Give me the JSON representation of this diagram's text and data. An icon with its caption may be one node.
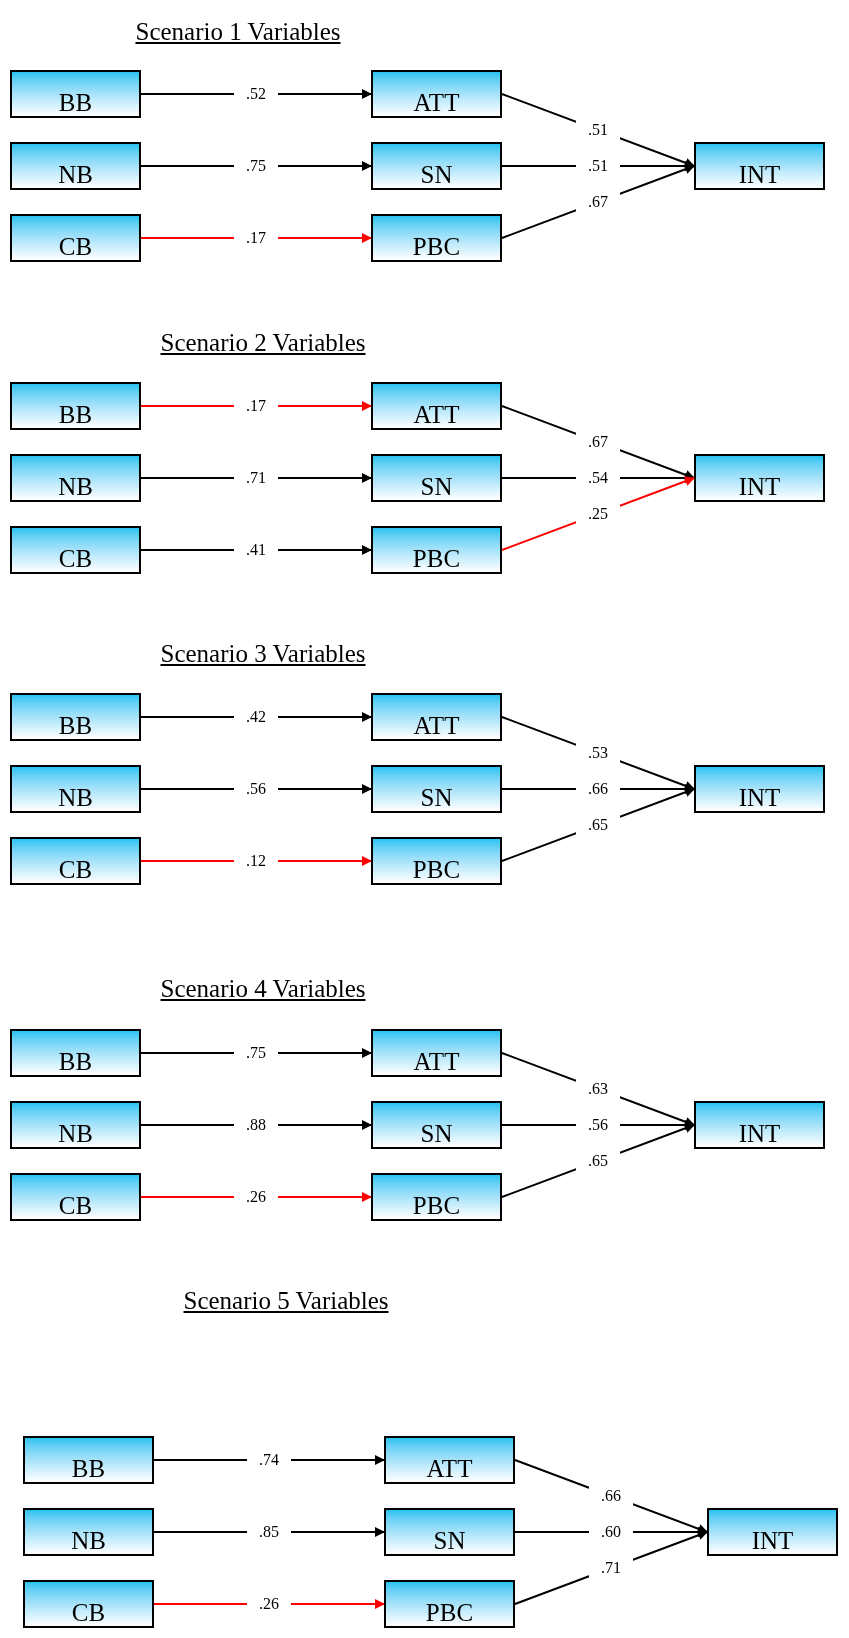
{
  "diagram": {
    "nodes": [
      {
        "text": [
          "BB"
        ]
      },
      {
        "text": [
          "NB"
        ]
      },
      {
        "text": [
          "CB"
        ]
      },
      {
        "text": [
          "ATT"
        ]
      },
      {
        "text": [
          "SN"
        ]
      },
      {
        "text": [
          "PBC"
        ]
      },
      {
        "text": [
          "INT"
        ]
      },
      {
        "text": [
          "BB"
        ]
      },
      {
        "text": [
          "NB"
        ]
      },
      {
        "text": [
          "CB"
        ]
      },
      {
        "text": [
          "ATT"
        ]
      },
      {
        "text": [
          "SN"
        ]
      },
      {
        "text": [
          "PBC"
        ]
      },
      {
        "text": [
          "INT"
        ]
      },
      {
        "text": [
          "BB"
        ]
      },
      {
        "text": [
          "NB"
        ]
      },
      {
        "text": [
          "CB"
        ]
      },
      {
        "text": [
          "ATT"
        ]
      },
      {
        "text": [
          "SN"
        ]
      },
      {
        "text": [
          "PBC"
        ]
      },
      {
        "text": [
          "INT"
        ]
      },
      {
        "text": [
          "BB"
        ]
      },
      {
        "text": [
          "NB"
        ]
      },
      {
        "text": [
          "CB"
        ]
      },
      {
        "text": [
          "ATT"
        ]
      },
      {
        "text": [
          "SN"
        ]
      },
      {
        "text": [
          "PBC"
        ]
      },
      {
        "text": [
          "INT"
        ]
      },
      {
        "text": [
          "BB"
        ]
      },
      {
        "text": [
          "NB"
        ]
      },
      {
        "text": [
          "CB"
        ]
      },
      {
        "text": [
          "ATT"
        ]
      },
      {
        "text": [
          "SN"
        ]
      },
      {
        "text": [
          "PBC"
        ]
      },
      {
        "text": [
          "INT"
        ]
      }
    ],
    "edges": [
      {
        "from": 0,
        "to": 3,
        "arrow": "to",
        "label": ".52"
      },
      {
        "from": 1,
        "to": 4,
        "arrow": "to",
        "label": ".75"
      },
      {
        "from": 2,
        "to": 5,
        "arrow": "to",
        "label": ".17",
        "color": "#ff0000"
      },
      {
        "from": 3,
        "to": 6,
        "arrow": "to",
        "label": ".51"
      },
      {
        "from": 4,
        "to": 6,
        "arrow": "to",
        "label": ".51"
      },
      {
        "from": 5,
        "to": 6,
        "arrow": "to",
        "label": ".67"
      },
      {
        "from": 7,
        "to": 10,
        "arrow": "to",
        "label": ".17",
        "color": "#ff0000"
      },
      {
        "from": 8,
        "to": 11,
        "arrow": "to",
        "label": ".71"
      },
      {
        "from": 9,
        "to": 12,
        "arrow": "to",
        "label": ".41"
      },
      {
        "from": 10,
        "to": 13,
        "arrow": "to",
        "label": ".67"
      },
      {
        "from": 11,
        "to": 13,
        "arrow": "to",
        "label": ".54"
      },
      {
        "from": 12,
        "to": 13,
        "arrow": "to",
        "label": ".25",
        "color": "#ff0000"
      },
      {
        "from": 14,
        "to": 17,
        "arrow": "to",
        "label": ".42"
      },
      {
        "from": 15,
        "to": 18,
        "arrow": "to",
        "label": ".56"
      },
      {
        "from": 16,
        "to": 19,
        "arrow": "to",
        "label": ".12",
        "color": "#ff0000"
      },
      {
        "from": 17,
        "to": 20,
        "arrow": "to",
        "label": ".53"
      },
      {
        "from": 18,
        "to": 20,
        "arrow": "to",
        "label": ".66"
      },
      {
        "from": 19,
        "to": 20,
        "arrow": "to",
        "label": ".65"
      },
      {
        "from": 21,
        "to": 24,
        "arrow": "to",
        "label": ".75"
      },
      {
        "from": 22,
        "to": 25,
        "arrow": "to",
        "label": ".88"
      },
      {
        "from": 23,
        "to": 26,
        "arrow": "to",
        "label": ".26",
        "color": "#ff0000"
      },
      {
        "from": 24,
        "to": 27,
        "arrow": "to",
        "label": ".63"
      },
      {
        "from": 25,
        "to": 27,
        "arrow": "to",
        "label": ".56"
      },
      {
        "from": 26,
        "to": 27,
        "arrow": "to",
        "label": ".65"
      },
      {
        "from": 28,
        "to": 31,
        "arrow": "to",
        "label": ".74"
      },
      {
        "from": 29,
        "to": 32,
        "arrow": "to",
        "label": ".85"
      },
      {
        "from": 30,
        "to": 33,
        "arrow": "to",
        "label": ".26",
        "color": "#ff0000"
      },
      {
        "from": 31,
        "to": 34,
        "arrow": "to",
        "label": ".66"
      },
      {
        "from": 32,
        "to": 34,
        "arrow": "to",
        "label": ".60"
      },
      {
        "from": 33,
        "to": 34,
        "arrow": "to",
        "label": ".71"
      }
    ],
    "labels": [
      "Scenario 1 Variables",
      "Scenario 2 Variables",
      "Scenario 3 Variables",
      "Scenario 4 Variables",
      "Scenario 5 Variables"
    ]
  }
}
